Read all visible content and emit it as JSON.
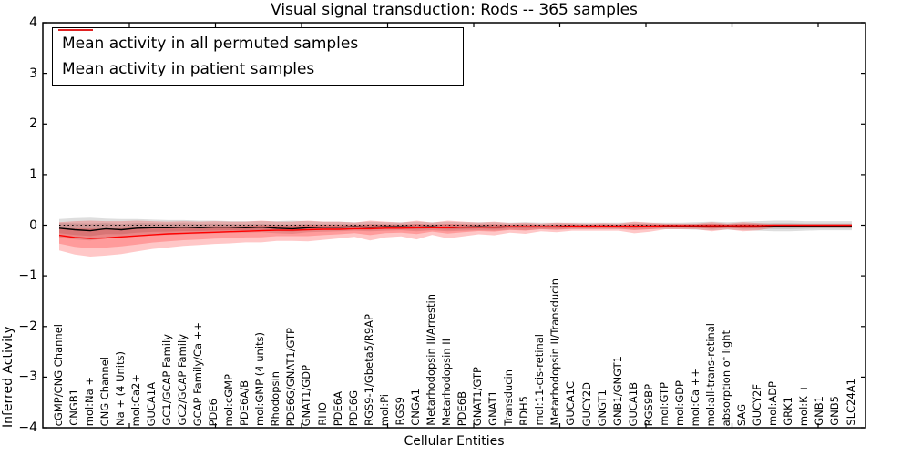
{
  "chart_data": {
    "type": "line",
    "title": "Visual signal transduction: Rods -- 365 samples",
    "xlabel": "Cellular Entities",
    "ylabel": "Inferred Activity",
    "ylim": [
      -4,
      4
    ],
    "grid": false,
    "legend_position": "upper left",
    "reference_line_y": 0,
    "yticks": [
      {
        "v": 4,
        "label": "4"
      },
      {
        "v": 3,
        "label": "3"
      },
      {
        "v": 2,
        "label": "2"
      },
      {
        "v": 1,
        "label": "1"
      },
      {
        "v": 0,
        "label": "0"
      },
      {
        "v": -1,
        "label": "−1"
      },
      {
        "v": -2,
        "label": "−2"
      },
      {
        "v": -3,
        "label": "−3"
      },
      {
        "v": -4,
        "label": "−4"
      }
    ],
    "categories": [
      "cGMP/CNG Channel",
      "CNGB1",
      "mol:Na +",
      "CNG Channel",
      "Na + (4 Units)",
      "mol:Ca2+",
      "GUCA1A",
      "GC1/GCAP Family",
      "GC2/GCAP Family",
      "GCAP Family/Ca ++",
      "PDE6",
      "mol:cGMP",
      "PDE6A/B",
      "mol:GMP (4 units)",
      "Rhodopsin",
      "PDE6G/GNAT1/GTP",
      "GNAT1/GDP",
      "RHO",
      "PDE6A",
      "PDE6G",
      "RGS9-1/Gbeta5/R9AP",
      "mol:Pi",
      "RGS9",
      "CNGA1",
      "Metarhodopsin II/Arrestin",
      "Metarhodopsin II",
      "PDE6B",
      "GNAT1/GTP",
      "GNAT1",
      "Transducin",
      "RDH5",
      "mol:11-cis-retinal",
      "Metarhodopsin II/Transducin",
      "GUCA1C",
      "GUCY2D",
      "GNGT1",
      "GNB1/GNGT1",
      "GUCA1B",
      "RGS9BP",
      "mol:GTP",
      "mol:GDP",
      "mol:Ca ++",
      "mol:all-trans-retinal",
      "absorption of light",
      "SAG",
      "GUCY2F",
      "mol:ADP",
      "GRK1",
      "mol:K +",
      "GNB1",
      "GNB5",
      "SLC24A1"
    ],
    "series": [
      {
        "name": "Mean activity in all permuted samples",
        "color": "#000000",
        "band_color": "rgba(0,0,0,0.13)",
        "mean": [
          -0.06,
          -0.09,
          -0.11,
          -0.07,
          -0.09,
          -0.06,
          -0.05,
          -0.05,
          -0.04,
          -0.05,
          -0.04,
          -0.04,
          -0.05,
          -0.04,
          -0.06,
          -0.07,
          -0.05,
          -0.04,
          -0.04,
          -0.03,
          -0.04,
          -0.03,
          -0.03,
          -0.04,
          -0.03,
          -0.05,
          -0.04,
          -0.03,
          -0.04,
          -0.03,
          -0.03,
          -0.03,
          -0.03,
          -0.02,
          -0.03,
          -0.02,
          -0.03,
          -0.03,
          -0.02,
          -0.02,
          -0.02,
          -0.02,
          -0.03,
          -0.02,
          -0.02,
          -0.02,
          -0.02,
          -0.02,
          -0.02,
          -0.02,
          -0.02,
          -0.02
        ],
        "band_lo": [
          -0.24,
          -0.28,
          -0.3,
          -0.26,
          -0.25,
          -0.22,
          -0.2,
          -0.19,
          -0.18,
          -0.17,
          -0.16,
          -0.15,
          -0.15,
          -0.14,
          -0.16,
          -0.17,
          -0.14,
          -0.13,
          -0.12,
          -0.11,
          -0.12,
          -0.11,
          -0.1,
          -0.12,
          -0.1,
          -0.12,
          -0.11,
          -0.1,
          -0.11,
          -0.09,
          -0.1,
          -0.08,
          -0.09,
          -0.08,
          -0.08,
          -0.08,
          -0.08,
          -0.09,
          -0.08,
          -0.08,
          -0.08,
          -0.09,
          -0.1,
          -0.09,
          -0.1,
          -0.11,
          -0.12,
          -0.12,
          -0.11,
          -0.1,
          -0.1,
          -0.1
        ],
        "band_hi": [
          0.12,
          0.14,
          0.15,
          0.13,
          0.12,
          0.12,
          0.11,
          0.1,
          0.1,
          0.09,
          0.09,
          0.08,
          0.08,
          0.08,
          0.08,
          0.09,
          0.08,
          0.07,
          0.07,
          0.06,
          0.07,
          0.06,
          0.06,
          0.07,
          0.06,
          0.07,
          0.06,
          0.06,
          0.06,
          0.05,
          0.06,
          0.05,
          0.05,
          0.05,
          0.05,
          0.05,
          0.05,
          0.06,
          0.05,
          0.05,
          0.05,
          0.06,
          0.07,
          0.06,
          0.07,
          0.08,
          0.09,
          0.09,
          0.08,
          0.08,
          0.08,
          0.08
        ]
      },
      {
        "name": "Mean activity in patient samples",
        "color": "#ff0000",
        "band_color": "rgba(255,0,0,0.22)",
        "mean": [
          -0.2,
          -0.24,
          -0.26,
          -0.25,
          -0.23,
          -0.21,
          -0.19,
          -0.17,
          -0.16,
          -0.15,
          -0.14,
          -0.13,
          -0.12,
          -0.11,
          -0.1,
          -0.1,
          -0.09,
          -0.08,
          -0.08,
          -0.07,
          -0.07,
          -0.06,
          -0.06,
          -0.05,
          -0.05,
          -0.05,
          -0.04,
          -0.04,
          -0.04,
          -0.03,
          -0.03,
          -0.03,
          -0.03,
          -0.02,
          -0.02,
          -0.02,
          -0.02,
          -0.02,
          -0.02,
          -0.01,
          -0.01,
          -0.01,
          -0.01,
          -0.01,
          -0.01,
          -0.01,
          0.0,
          0.0,
          0.0,
          0.0,
          0.0,
          0.0
        ],
        "band_lo": [
          -0.5,
          -0.58,
          -0.62,
          -0.6,
          -0.57,
          -0.52,
          -0.47,
          -0.44,
          -0.41,
          -0.39,
          -0.37,
          -0.36,
          -0.34,
          -0.34,
          -0.31,
          -0.31,
          -0.32,
          -0.29,
          -0.26,
          -0.23,
          -0.3,
          -0.24,
          -0.22,
          -0.28,
          -0.19,
          -0.26,
          -0.22,
          -0.18,
          -0.2,
          -0.15,
          -0.17,
          -0.12,
          -0.14,
          -0.11,
          -0.11,
          -0.11,
          -0.11,
          -0.16,
          -0.13,
          -0.08,
          -0.08,
          -0.08,
          -0.12,
          -0.08,
          -0.12,
          -0.1,
          -0.05,
          -0.05,
          -0.05,
          -0.05,
          -0.05,
          -0.05
        ],
        "band_hi": [
          0.06,
          0.08,
          0.09,
          0.08,
          0.08,
          0.09,
          0.08,
          0.07,
          0.08,
          0.07,
          0.08,
          0.07,
          0.07,
          0.09,
          0.07,
          0.07,
          0.09,
          0.07,
          0.07,
          0.05,
          0.09,
          0.07,
          0.05,
          0.09,
          0.05,
          0.09,
          0.07,
          0.05,
          0.07,
          0.04,
          0.05,
          0.03,
          0.05,
          0.04,
          0.03,
          0.04,
          0.03,
          0.07,
          0.05,
          0.03,
          0.03,
          0.03,
          0.06,
          0.03,
          0.06,
          0.04,
          0.02,
          0.02,
          0.02,
          0.02,
          0.02,
          0.02
        ]
      }
    ]
  }
}
